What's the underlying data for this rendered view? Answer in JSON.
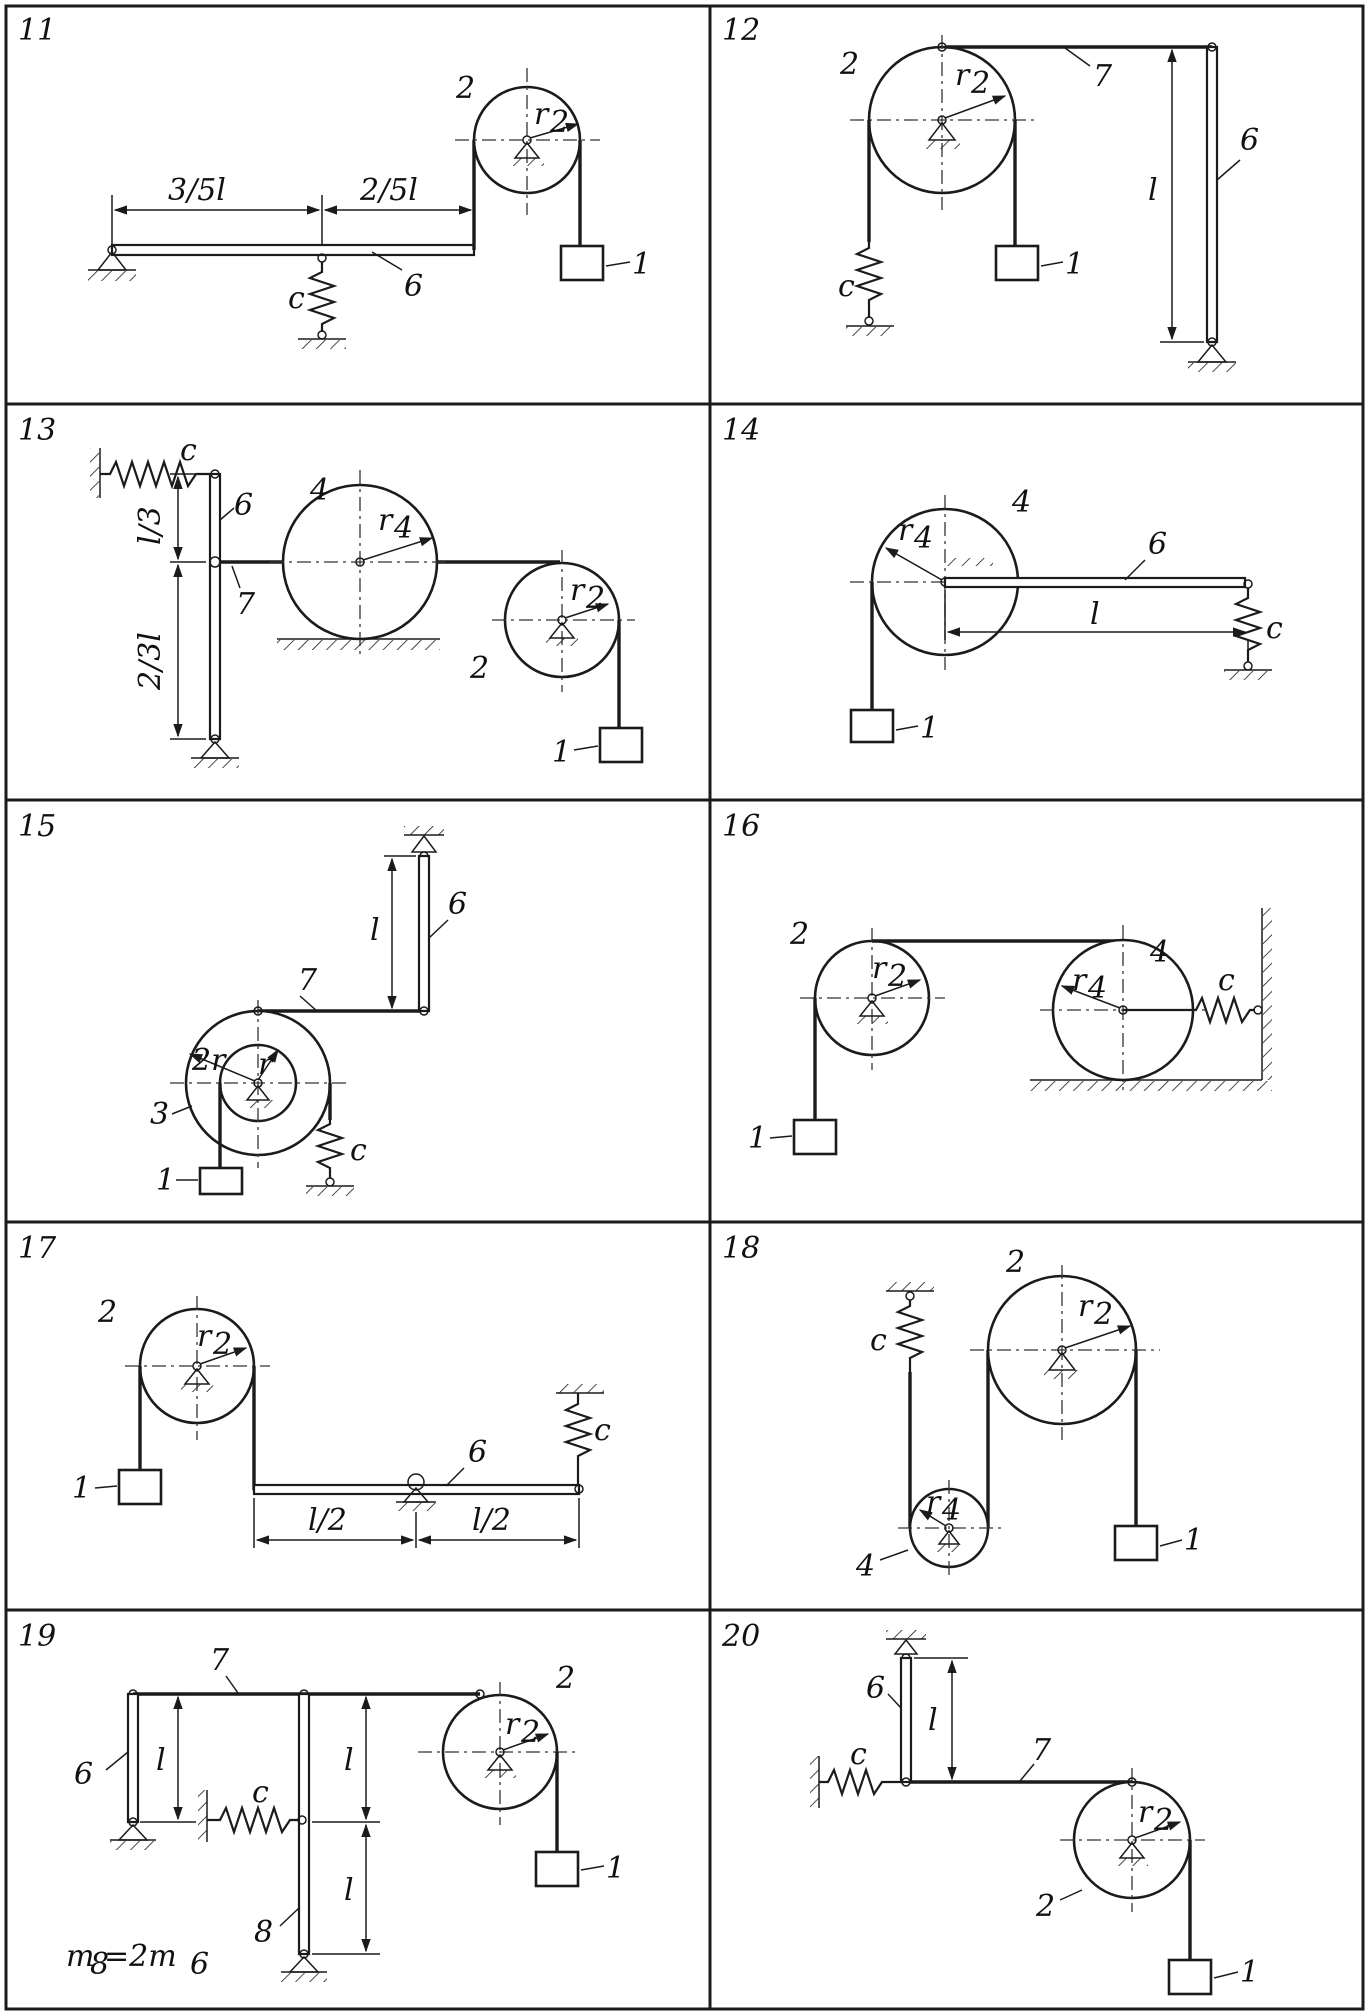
{
  "panels": [
    {
      "num": "11",
      "labels": {
        "disc": "2",
        "radius": "r",
        "radius_sub": "2",
        "body": "1",
        "rod": "6",
        "spring": "c",
        "dim_a": "3/5l",
        "dim_b": "2/5l"
      }
    },
    {
      "num": "12",
      "labels": {
        "disc": "2",
        "radius": "r",
        "radius_sub": "2",
        "body": "1",
        "rod": "6",
        "rope": "7",
        "spring": "c",
        "dim_a": "l"
      }
    },
    {
      "num": "13",
      "labels": {
        "disc_big": "4",
        "radius_big": "r",
        "radius_big_sub": "4",
        "disc": "2",
        "radius": "r",
        "radius_sub": "2",
        "body": "1",
        "rod": "6",
        "rope": "7",
        "spring": "c",
        "dim_a": "l/3",
        "dim_b": "2/3l"
      }
    },
    {
      "num": "14",
      "labels": {
        "disc": "4",
        "radius": "r",
        "radius_sub": "4",
        "body": "1",
        "rod": "6",
        "spring": "c",
        "dim_a": "l"
      }
    },
    {
      "num": "15",
      "labels": {
        "disc": "3",
        "radius_outer": "2r",
        "radius_inner": "r",
        "body": "1",
        "rod": "6",
        "rope": "7",
        "spring": "c",
        "dim_a": "l"
      }
    },
    {
      "num": "16",
      "labels": {
        "disc": "2",
        "radius": "r",
        "radius_sub": "2",
        "disc_big": "4",
        "radius_big": "r",
        "radius_big_sub": "4",
        "body": "1",
        "spring": "c"
      }
    },
    {
      "num": "17",
      "labels": {
        "disc": "2",
        "radius": "r",
        "radius_sub": "2",
        "body": "1",
        "rod": "6",
        "spring": "c",
        "dim_a": "l/2",
        "dim_b": "l/2"
      }
    },
    {
      "num": "18",
      "labels": {
        "disc": "2",
        "radius": "r",
        "radius_sub": "2",
        "disc_small": "4",
        "radius_small": "r",
        "radius_small_sub": "4",
        "body": "1",
        "spring": "c"
      }
    },
    {
      "num": "19",
      "labels": {
        "disc": "2",
        "radius": "r",
        "radius_sub": "2",
        "body": "1",
        "rod": "6",
        "rod2": "8",
        "rope": "7",
        "spring": "c",
        "dim_a": "l",
        "dim_b": "l",
        "dim_c": "l",
        "note": "m",
        "note_sub1": "8",
        "note_mid": "=2m",
        "note_sub2": "6"
      }
    },
    {
      "num": "20",
      "labels": {
        "disc": "2",
        "radius": "r",
        "radius_sub": "2",
        "body": "1",
        "rod": "6",
        "rope": "7",
        "spring": "c",
        "dim_a": "l"
      }
    }
  ]
}
